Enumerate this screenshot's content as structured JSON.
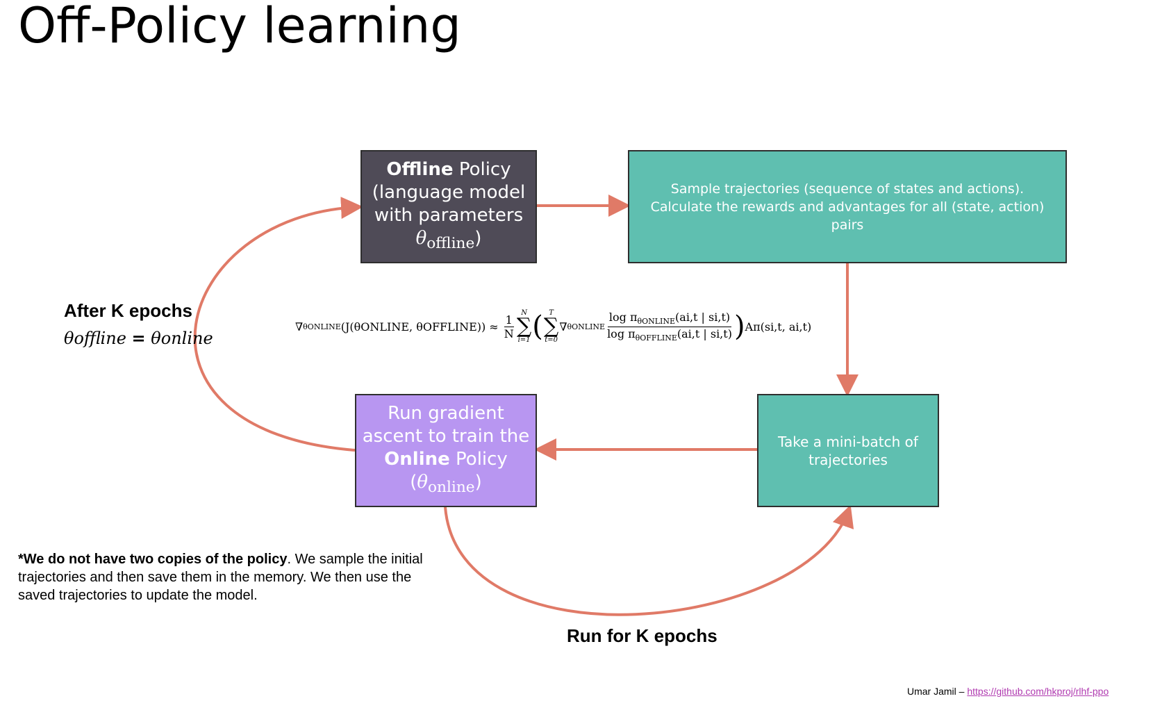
{
  "title": "Off-Policy learning",
  "boxes": {
    "offline": {
      "bold": "Offline",
      "line1_rest": " Policy",
      "line2": "(language model",
      "line3": "with parameters",
      "theta": "θ",
      "theta_sub": "offline",
      "close": ")",
      "color": "#4f4b57"
    },
    "sample": {
      "text": "Sample trajectories (sequence of states and actions). Calculate the rewards and advantages for all (state, action) pairs",
      "color": "#5fbfb0"
    },
    "minibatch": {
      "text": "Take a mini-batch of trajectories",
      "color": "#5fbfb0"
    },
    "gradient": {
      "line1": "Run gradient",
      "line2": "ascent to train the",
      "bold": "Online",
      "line3_rest": " Policy",
      "open": "(",
      "theta": "θ",
      "theta_sub": "online",
      "close": ")",
      "color": "#b896f1"
    }
  },
  "formula": {
    "nabla": "∇",
    "sub_theta_online": "θONLINE",
    "sub_theta_offline": "θOFFLINE",
    "J_args": "(J(θONLINE, θOFFLINE))",
    "approx": "≈",
    "one": "1",
    "N": "N",
    "T": "T",
    "i_eq_1": "i=1",
    "t_eq_0": "t=0",
    "log_pi": "log π",
    "args": "(ai,t | si,t)",
    "advantage": "Aπ(si,t, ai,t)"
  },
  "labels": {
    "after_k": "After K epochs",
    "theta_offline": "θoffline",
    "equals": "=",
    "theta_online": "θonline",
    "run_for_k": "Run for K epochs"
  },
  "footnote": {
    "bold": "*We do not have two copies of the policy",
    "rest": ". We sample the initial trajectories and then save them in the memory. We then use the saved trajectories to update the model."
  },
  "credit": {
    "author": "Umar Jamil – ",
    "link": "https://github.com/hkproj/rlhf-ppo"
  },
  "colors": {
    "arrow": "#e07a67",
    "teal": "#5fbfb0",
    "dark": "#4f4b57",
    "purple": "#b896f1",
    "link": "#b03ab0"
  }
}
